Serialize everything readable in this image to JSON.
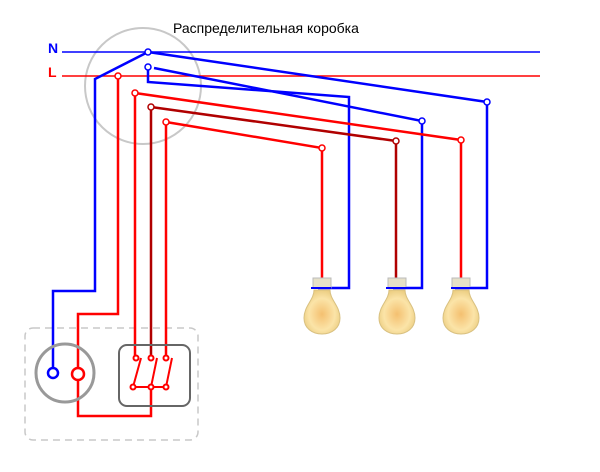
{
  "title": "Распределительная коробка",
  "labels": {
    "neutral": "N",
    "line": "L"
  },
  "colors": {
    "neutral": "#0000ff",
    "line": "#ff0000",
    "line_dark": "#b00000",
    "box": "#c8c8c8",
    "switch": "#666666"
  },
  "components": {
    "lamps": 3,
    "switch_gangs": 3,
    "sockets": 1
  }
}
